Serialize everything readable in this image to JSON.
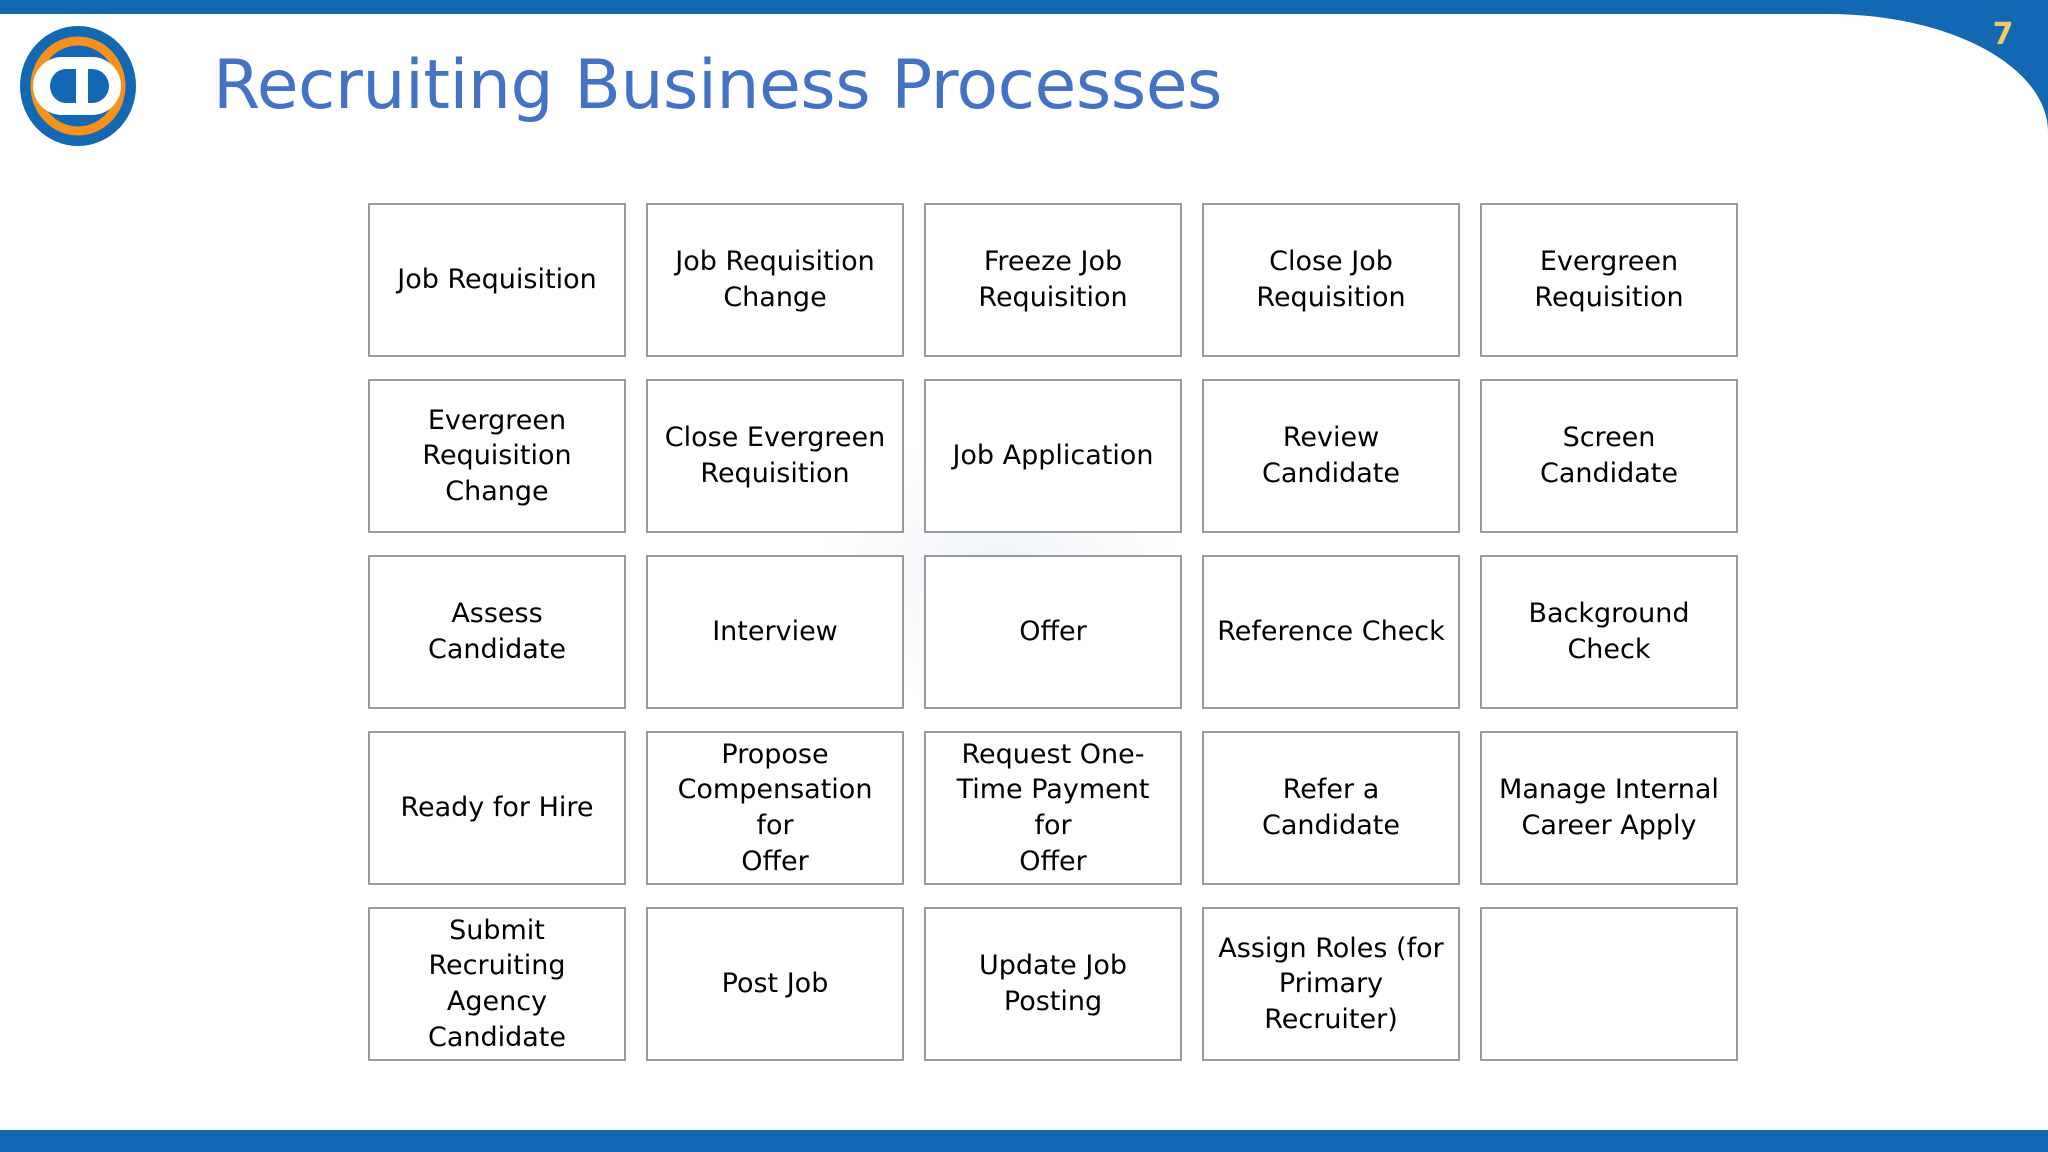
{
  "slide": {
    "title": "Recruiting Business Processes",
    "page_number": "7",
    "accent_blue": "#1268B3",
    "title_blue": "#4472C4",
    "page_number_color": "#F0C96A",
    "logo_orange": "#F5921E",
    "box_border": "#9a9a9a"
  },
  "logo": {
    "alt": "CD monogram logo"
  },
  "grid": {
    "rows": 5,
    "columns": 5,
    "cells": [
      {
        "label": "Job Requisition"
      },
      {
        "label": "Job Requisition\nChange"
      },
      {
        "label": "Freeze Job\nRequisition"
      },
      {
        "label": "Close Job\nRequisition"
      },
      {
        "label": "Evergreen\nRequisition"
      },
      {
        "label": "Evergreen\nRequisition\nChange"
      },
      {
        "label": "Close Evergreen\nRequisition"
      },
      {
        "label": "Job Application"
      },
      {
        "label": "Review Candidate"
      },
      {
        "label": "Screen Candidate"
      },
      {
        "label": "Assess Candidate"
      },
      {
        "label": "Interview"
      },
      {
        "label": "Offer"
      },
      {
        "label": "Reference Check"
      },
      {
        "label": "Background\nCheck"
      },
      {
        "label": "Ready for Hire"
      },
      {
        "label": "Propose\nCompensation for\nOffer"
      },
      {
        "label": "Request One-\nTime Payment for\nOffer"
      },
      {
        "label": "Refer a Candidate"
      },
      {
        "label": "Manage Internal\nCareer Apply"
      },
      {
        "label": "Submit Recruiting\nAgency Candidate"
      },
      {
        "label": "Post Job"
      },
      {
        "label": "Update Job\nPosting"
      },
      {
        "label": "Assign Roles (for\nPrimary\nRecruiter)"
      },
      {
        "label": ""
      }
    ]
  }
}
